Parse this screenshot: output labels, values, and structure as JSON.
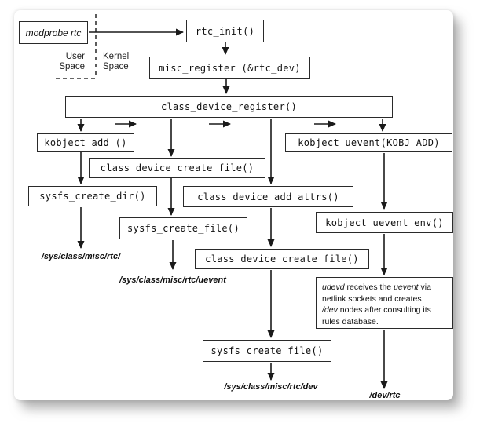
{
  "nodes": {
    "modprobe_rtc": {
      "label": "modprobe rtc"
    },
    "rtc_init": {
      "label": "rtc_init()"
    },
    "misc_register": {
      "label": "misc_register (&rtc_dev)"
    },
    "class_device_register": {
      "label": "class_device_register()"
    },
    "kobject_add": {
      "label": "kobject_add ()"
    },
    "kobject_uevent": {
      "label": "kobject_uevent(KOBJ_ADD)"
    },
    "class_device_create_file_1": {
      "label": "class_device_create_file()"
    },
    "sysfs_create_dir": {
      "label": "sysfs_create_dir()"
    },
    "class_device_add_attrs": {
      "label": "class_device_add_attrs()"
    },
    "kobject_uevent_env": {
      "label": "kobject_uevent_env()"
    },
    "sysfs_create_file_1": {
      "label": "sysfs_create_file()"
    },
    "class_device_create_file_2": {
      "label": "class_device_create_file()"
    },
    "sysfs_create_file_2": {
      "label": "sysfs_create_file()"
    },
    "udevd_note": {
      "l1a": "udevd",
      "l1b": " receives the ",
      "l1c": "uevent",
      "l1d": " via",
      "l2": "netlink sockets and creates",
      "l3a": "/dev",
      "l3b": " nodes after consulting its",
      "l4": "rules database."
    }
  },
  "boundary": {
    "user_space": [
      "User",
      "Space"
    ],
    "kernel_space": [
      "Kernel",
      "Space"
    ]
  },
  "outputs": {
    "sysfs_rtc_dir": "/sys/class/misc/rtc/",
    "sysfs_rtc_uevent": "/sys/class/misc/rtc/uevent",
    "sysfs_rtc_dev": "/sys/class/misc/rtc/dev",
    "dev_rtc": "/dev/rtc"
  },
  "colors": {
    "line": "#1a1a1a",
    "box_border": "#2a2a2a",
    "background": "#ffffff",
    "text": "#111111"
  }
}
